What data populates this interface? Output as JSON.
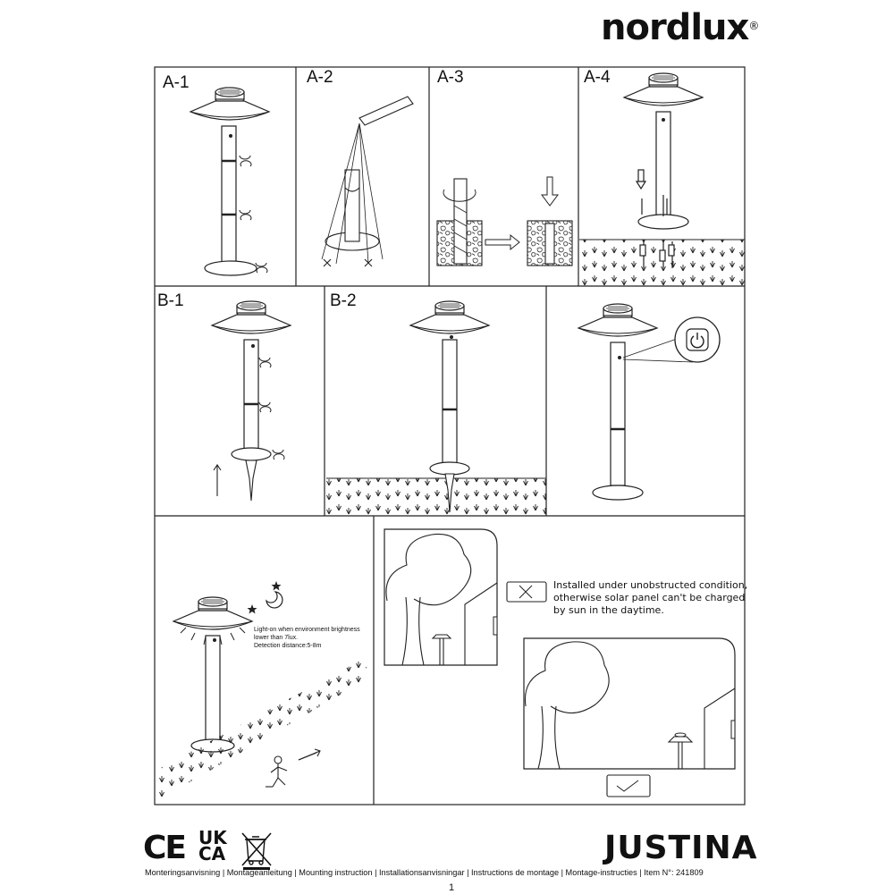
{
  "header": {
    "brand": "nordlux",
    "brand_mark": "®"
  },
  "panels": {
    "a1": "A-1",
    "a2": "A-2",
    "a3": "A-3",
    "a4": "A-4",
    "b1": "B-1",
    "b2": "B-2"
  },
  "sensor_note": {
    "line1": "Light-on when environment brightness",
    "line2": "lower than 7lux.",
    "line3": "Detection distance:5-8m"
  },
  "install_note": {
    "line1": "Installed under unobstructed condition,",
    "line2": "otherwise solar panel can't be charged",
    "line3": "by sun in the daytime."
  },
  "certifications": {
    "ce": "CE",
    "ukca_top": "UK",
    "ukca_bottom": "CA"
  },
  "product_name": "JUSTINA",
  "footer_text": "Monteringsanvisning | Montageanleitung | Mounting instruction | Installationsanvisningar | Instructions de montage | Montage-instructies | Item N°: 241809",
  "page_number": "1",
  "icons": [
    "weee-bin-icon",
    "cross-icon",
    "check-icon",
    "moon-icon",
    "star-icon",
    "screw-icon",
    "pencil-icon",
    "arrow-icon",
    "person-icon",
    "power-button-icon"
  ]
}
